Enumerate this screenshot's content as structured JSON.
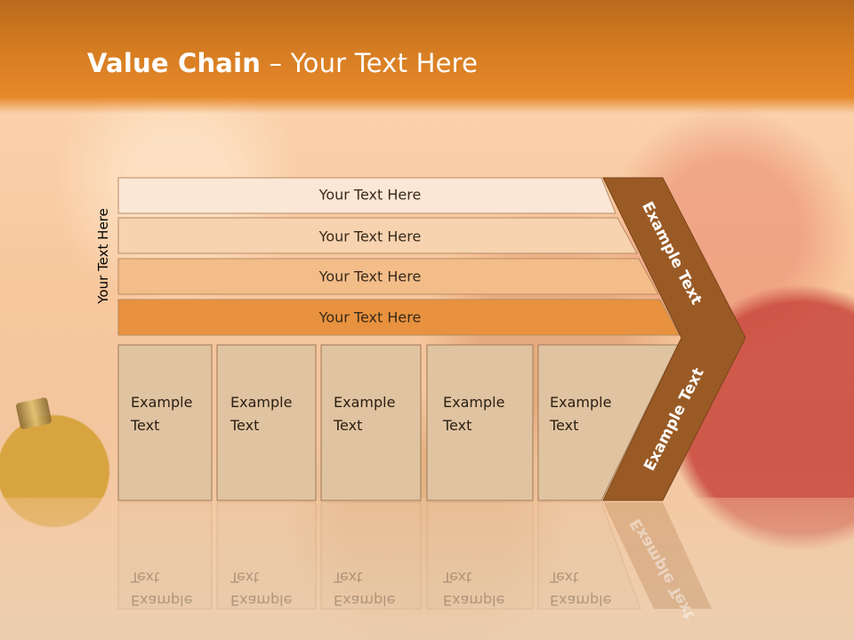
{
  "slide": {
    "title_bold": "Value Chain",
    "title_rest": " – Your Text Here",
    "side_label": "Your Text Here"
  },
  "bands": [
    {
      "label": "Your Text Here",
      "fill": "#fbe7d6"
    },
    {
      "label": "Your Text Here",
      "fill": "#f7d3b0"
    },
    {
      "label": "Your Text Here",
      "fill": "#f3bd8a"
    },
    {
      "label": "Your Text Here",
      "fill": "#e8923f"
    }
  ],
  "boxes": [
    {
      "label_line1": "Example",
      "label_line2": "Text"
    },
    {
      "label_line1": "Example",
      "label_line2": "Text"
    },
    {
      "label_line1": "Example",
      "label_line2": "Text"
    },
    {
      "label_line1": "Example",
      "label_line2": "Text"
    },
    {
      "label_line1": "Example",
      "label_line2": "Text"
    }
  ],
  "chevron": {
    "upper_label": "Example Text",
    "lower_label": "Example Text",
    "fill": "#9a5a25"
  },
  "colors": {
    "header": "#d67d22",
    "box_fill": "#e0c3a0",
    "box_border": "#a07a55"
  }
}
